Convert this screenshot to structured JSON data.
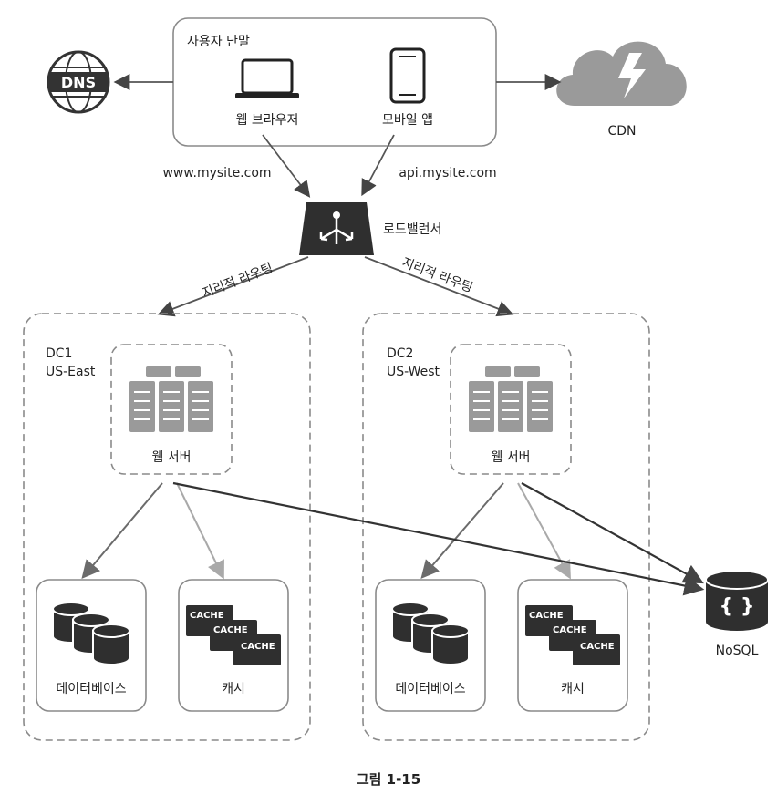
{
  "user_devices": {
    "title": "사용자 단말",
    "web_browser": "웹 브라우저",
    "mobile_app": "모바일 앱"
  },
  "dns": {
    "label": "DNS"
  },
  "cdn": {
    "label": "CDN"
  },
  "domains": {
    "web": "www.mysite.com",
    "api": "api.mysite.com"
  },
  "load_balancer": {
    "label": "로드밸런서"
  },
  "routing": {
    "left": "지리적 라우팅",
    "right": "지리적 라우팅"
  },
  "dc1": {
    "name": "DC1",
    "region": "US-East",
    "web_server": "웹 서버",
    "database": "데이터베이스",
    "cache": "캐시",
    "cache_tags": [
      "CACHE",
      "CACHE",
      "CACHE"
    ]
  },
  "dc2": {
    "name": "DC2",
    "region": "US-West",
    "web_server": "웹 서버",
    "database": "데이터베이스",
    "cache": "캐시",
    "cache_tags": [
      "CACHE",
      "CACHE",
      "CACHE"
    ]
  },
  "nosql": {
    "label": "NoSQL",
    "glyph": "{ }"
  },
  "caption": "그림 1-15",
  "colors": {
    "dark": "#3a3a3a",
    "mid": "#6b6b6b",
    "light": "#a9a9a9",
    "server": "#9a9a9a"
  }
}
